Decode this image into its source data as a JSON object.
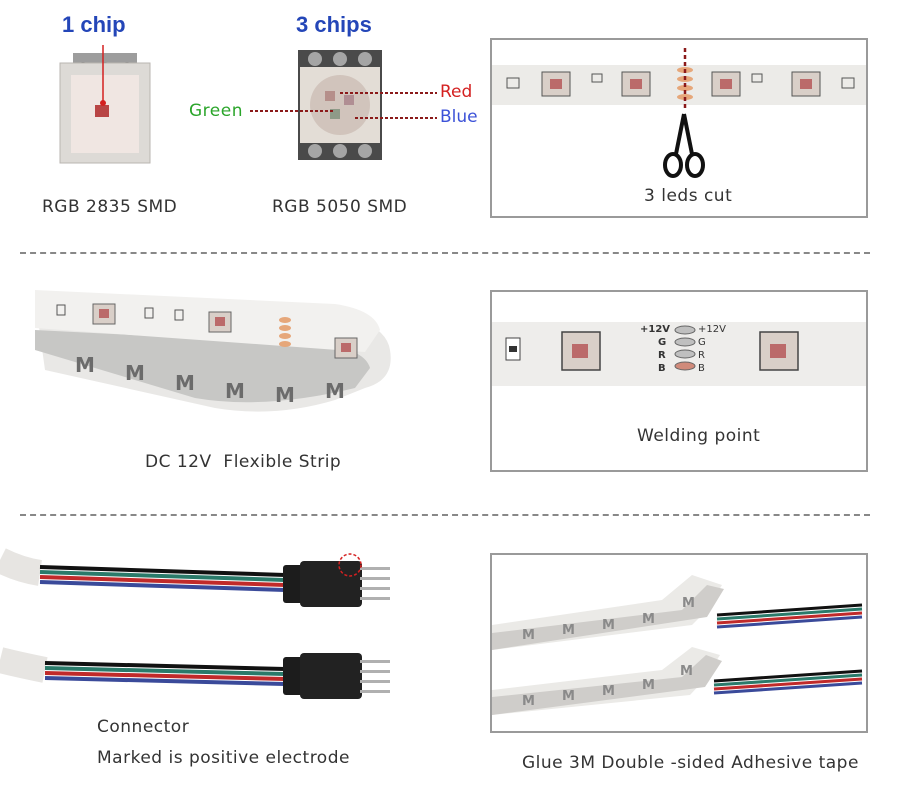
{
  "section1": {
    "chip1_title": "1 chip",
    "chip1_caption": "RGB 2835 SMD",
    "chip3_title": "3 chips",
    "chip3_caption": "RGB 5050 SMD",
    "green_label": "Green",
    "red_label": "Red",
    "blue_label": "Blue",
    "cut_caption": "3 leds cut"
  },
  "section2": {
    "strip_caption": "DC 12V  Flexible Strip",
    "weld_caption": "Welding point",
    "pad_labels_left": [
      "+12V",
      "G",
      "R",
      "B"
    ],
    "pad_labels_right": [
      "+12V",
      "G",
      "R",
      "B"
    ]
  },
  "section3": {
    "connector_line1": "Connector",
    "connector_line2": "Marked is positive electrode",
    "tape_caption": "Glue 3M Double -sided Adhesive tape"
  },
  "colors": {
    "title_blue": "#2446b8",
    "green": "#2aa52a",
    "red": "#d42020",
    "blue": "#3c52d8",
    "cut_line": "#8b1a1a"
  }
}
